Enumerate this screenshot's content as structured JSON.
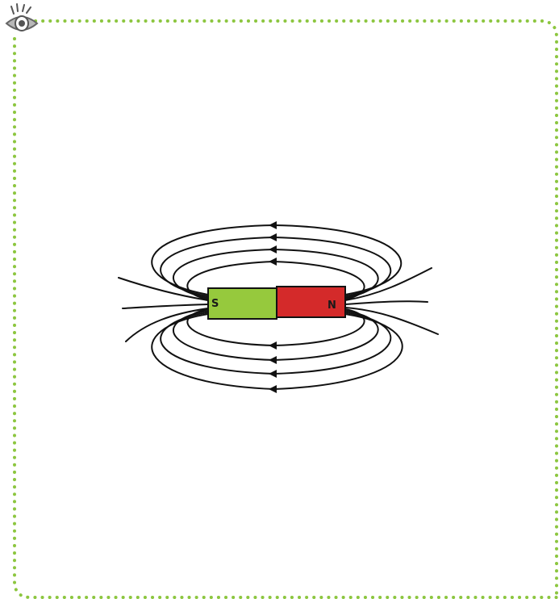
{
  "figure": {
    "frame_color": "#8cc63f",
    "line_color": "#111111"
  },
  "eye_icon": {
    "name": "eye-icon",
    "color": "#888888"
  },
  "magnet": {
    "south_label": "S",
    "north_label": "N",
    "south_color": "#96c93d",
    "north_color": "#d42a2a"
  },
  "field_lines": {
    "arrow_direction": "left"
  }
}
